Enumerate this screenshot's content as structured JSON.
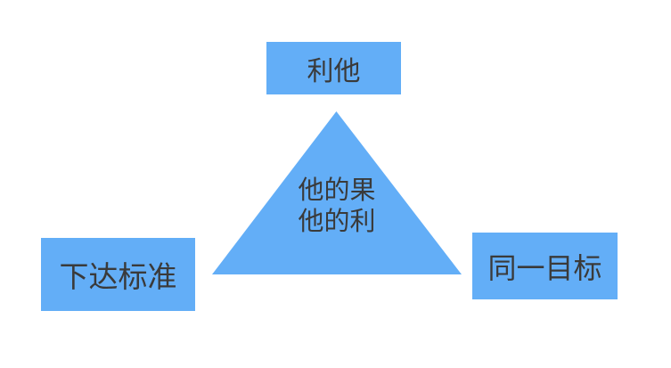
{
  "diagram": {
    "background_color": "#ffffff",
    "shape_fill_color": "#63aef7",
    "text_color": "#3a3a3a",
    "nodes": {
      "top_box": {
        "label": "利他"
      },
      "center_triangle": {
        "line1": "他的果",
        "line2": "他的利"
      },
      "bottom_left_box": {
        "label": "下达标准"
      },
      "bottom_right_box": {
        "label": "同一目标"
      }
    }
  }
}
